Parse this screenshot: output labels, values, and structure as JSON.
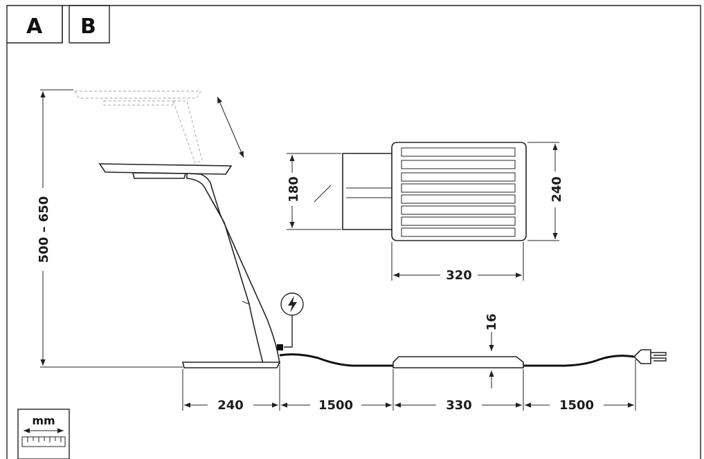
{
  "tabs": {
    "a": "A",
    "b": "B"
  },
  "dimensions": {
    "height_range": "500 – 650",
    "head_depth": "180",
    "head_width": "240",
    "head_length": "320",
    "base_length": "240",
    "cable_1": "1500",
    "switch_length": "330",
    "switch_height": "16",
    "cable_2": "1500"
  },
  "unit_label": "mm",
  "icons": {
    "power": "lightning-icon",
    "plug": "plug-icon",
    "ruler": "ruler-icon"
  },
  "colors": {
    "line": "#222222",
    "ghost": "#b8b8b8",
    "background": "#ffffff"
  }
}
